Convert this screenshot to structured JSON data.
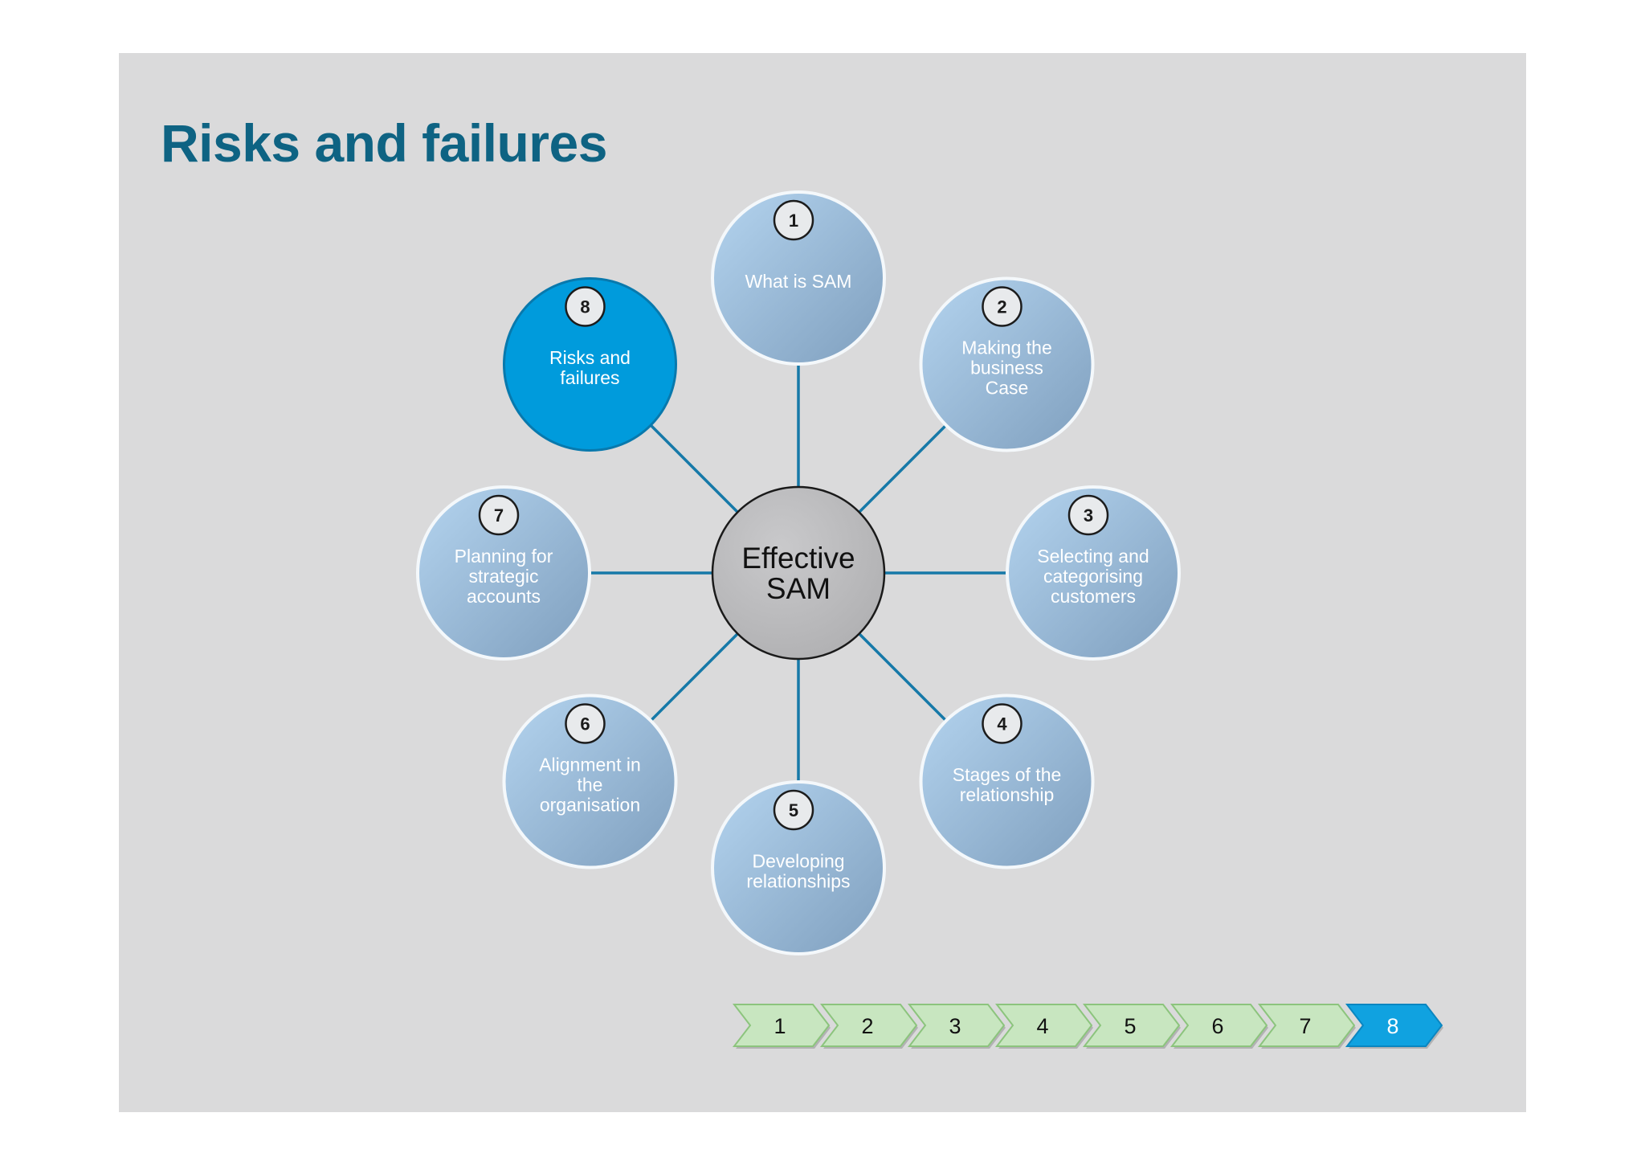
{
  "slide": {
    "title": "Risks and failures"
  },
  "center": {
    "lines": [
      "Effective",
      "SAM"
    ]
  },
  "nodes": [
    {
      "number": "1",
      "lines": [
        "What is SAM"
      ],
      "active": false
    },
    {
      "number": "2",
      "lines": [
        "Making the",
        "business",
        "Case"
      ],
      "active": false
    },
    {
      "number": "3",
      "lines": [
        "Selecting and",
        "categorising",
        "customers"
      ],
      "active": false
    },
    {
      "number": "4",
      "lines": [
        "Stages of the",
        "relationship"
      ],
      "active": false
    },
    {
      "number": "5",
      "lines": [
        "Developing",
        "relationships"
      ],
      "active": false
    },
    {
      "number": "6",
      "lines": [
        "Alignment in",
        "the",
        "organisation"
      ],
      "active": false
    },
    {
      "number": "7",
      "lines": [
        "Planning for",
        "strategic",
        "accounts"
      ],
      "active": false
    },
    {
      "number": "8",
      "lines": [
        "Risks and",
        "failures"
      ],
      "active": true
    }
  ],
  "nav": {
    "steps": [
      "1",
      "2",
      "3",
      "4",
      "5",
      "6",
      "7",
      "8"
    ],
    "active_step": "8"
  },
  "colors": {
    "title": "#0e6383",
    "slide_background": "#dadadb",
    "connector": "#1679a8",
    "active_node": "#009bdc",
    "active_node_border": "#0879ad",
    "inactive_node_light": "#b4d4ef",
    "inactive_node_dark": "#7f9fbe",
    "center_node": "#bdbdbf",
    "nav_inactive": "#c8e6c0",
    "nav_inactive_border": "#8cc47d",
    "nav_active": "#10a2e0"
  }
}
